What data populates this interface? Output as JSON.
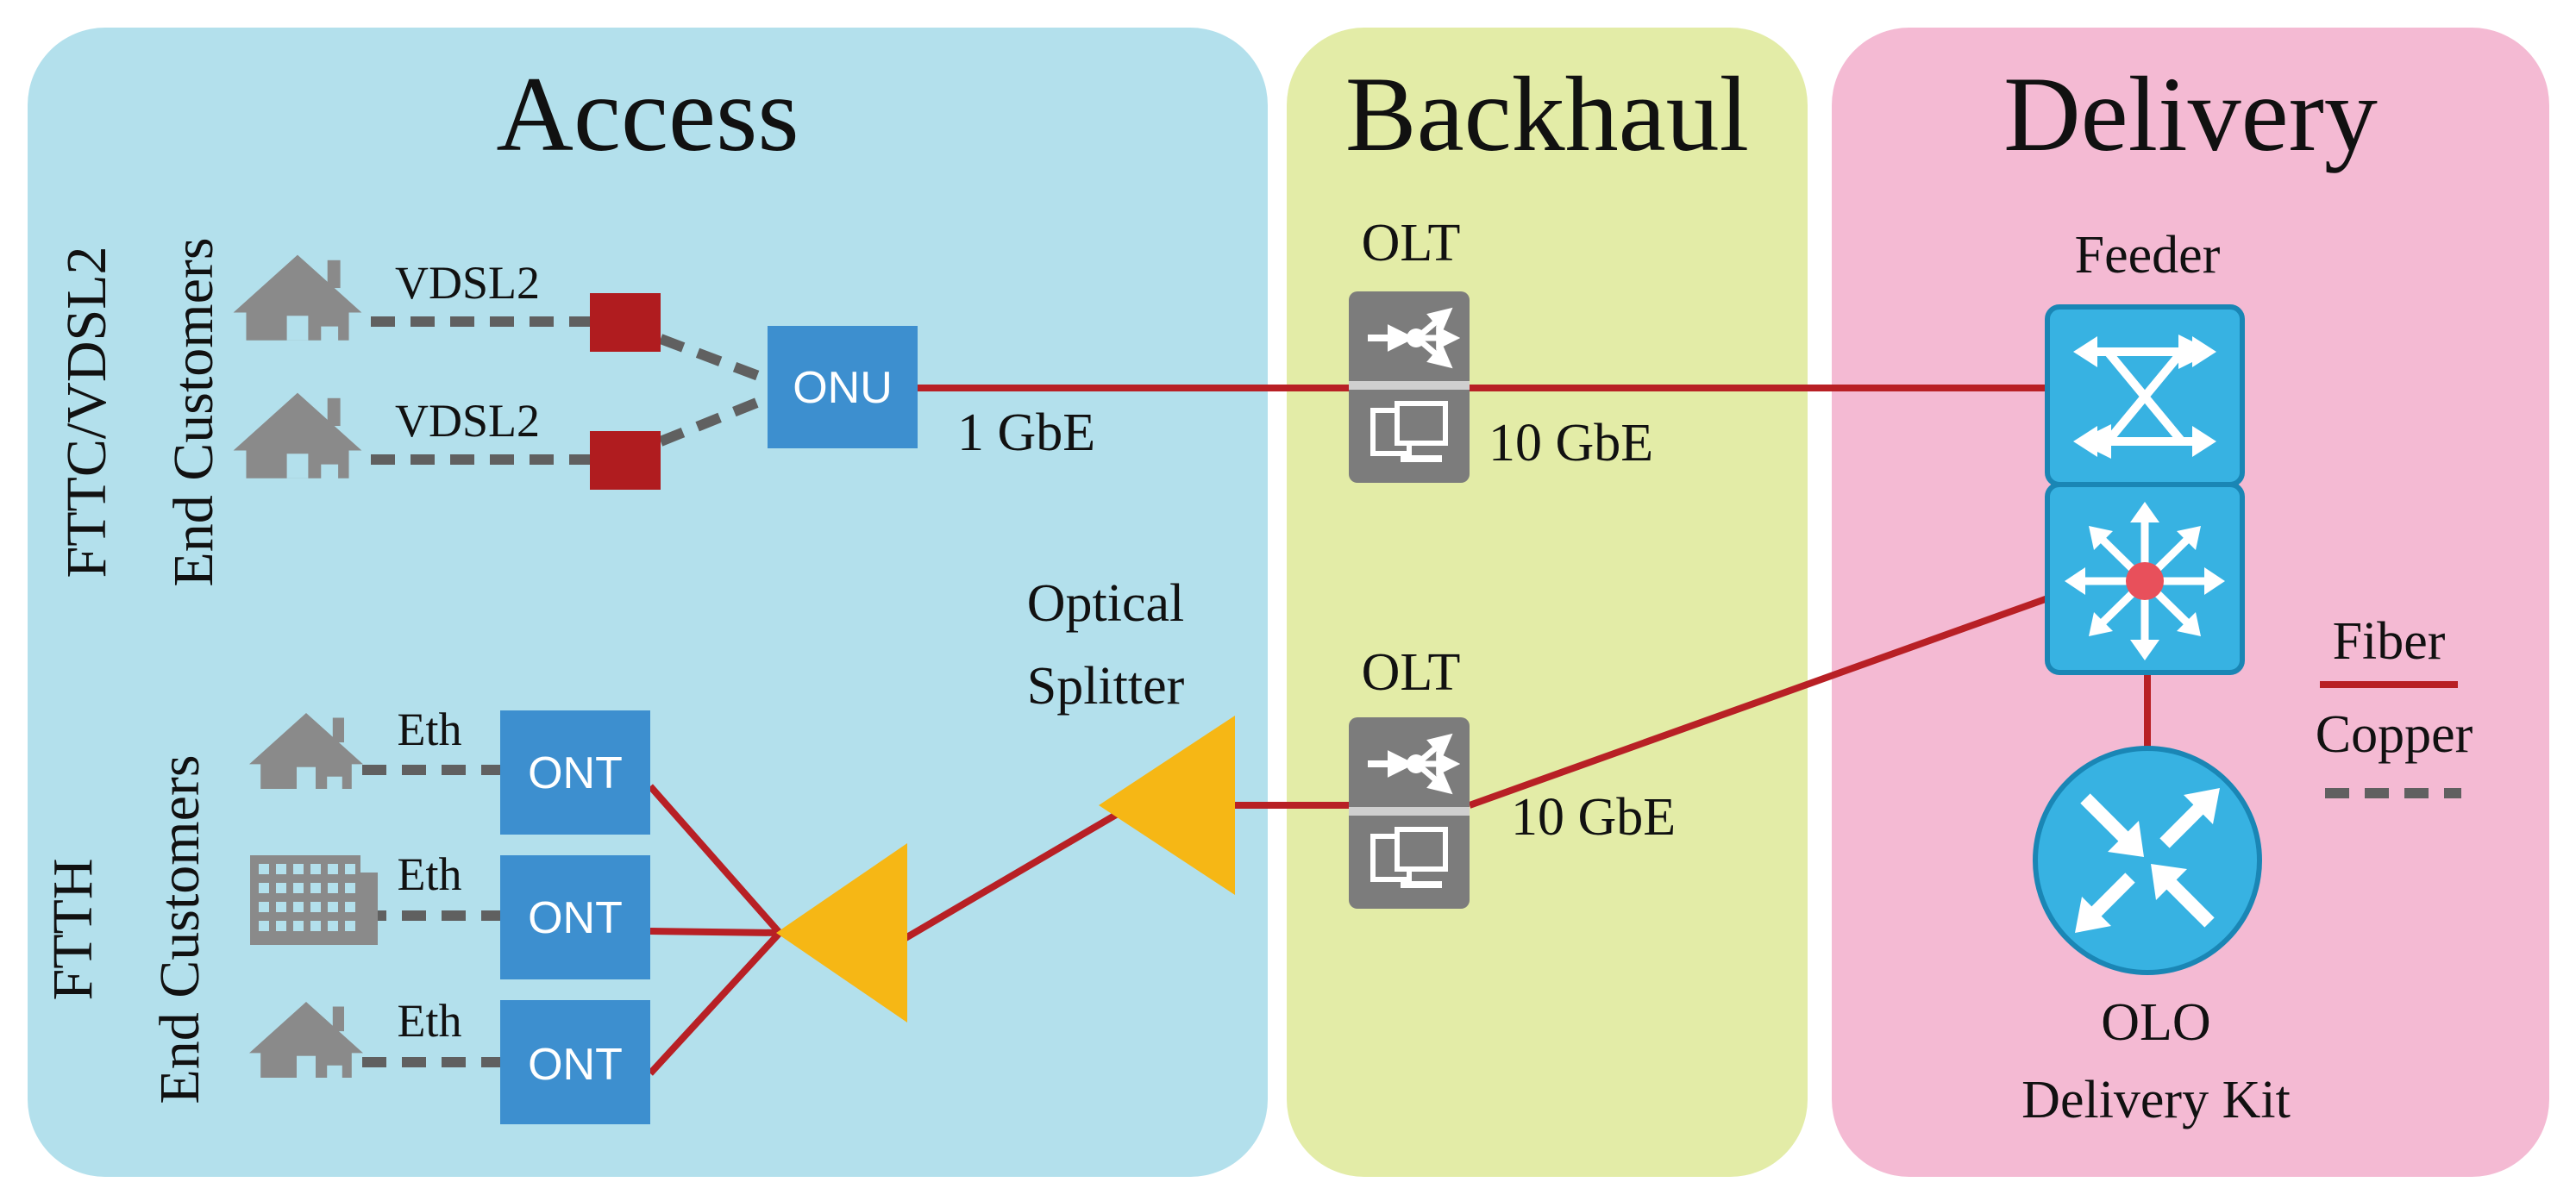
{
  "zones": {
    "access": "Access",
    "backhaul": "Backhaul",
    "delivery": "Delivery"
  },
  "groups": {
    "fttc_line1": "FTTC/VDSL2",
    "fttc_line2": "End Customers",
    "ftth_line1": "FTTH",
    "ftth_line2": "End Customers"
  },
  "links": {
    "vdsl2_top": "VDSL2",
    "vdsl2_bottom": "VDSL2",
    "eth_1": "Eth",
    "eth_2": "Eth",
    "eth_3": "Eth",
    "onu_speed": "1 GbE",
    "olt_top_speed": "10 GbE",
    "olt_bottom_speed": "10 GbE"
  },
  "devices": {
    "onu": "ONU",
    "ont_1": "ONT",
    "ont_2": "ONT",
    "ont_3": "ONT",
    "olt_top": "OLT",
    "olt_bottom": "OLT",
    "splitter_line1": "Optical",
    "splitter_line2": "Splitter",
    "feeder": "Feeder",
    "olo_line1": "OLO",
    "olo_line2": "Delivery Kit"
  },
  "legend": {
    "fiber": "Fiber",
    "copper": "Copper"
  },
  "colors": {
    "access_bg": "#b3e0ec",
    "backhaul_bg": "#e3eca7",
    "delivery_bg": "#f4bad3",
    "fiber": "#b82025",
    "copper": "#606060",
    "onu_ont": "#3d8fcf",
    "olt": "#7c7c7c",
    "splitter": "#f6b715",
    "feeder": "#37b2e2",
    "vdsl_node": "#b01c1f",
    "house": "#8a8a8a"
  },
  "icons": {
    "customer": "house-icon",
    "building": "building-icon",
    "olt": "olt-device-icon",
    "feeder": "switch-icon",
    "core": "multilayer-switch-icon",
    "olo": "router-icon"
  }
}
